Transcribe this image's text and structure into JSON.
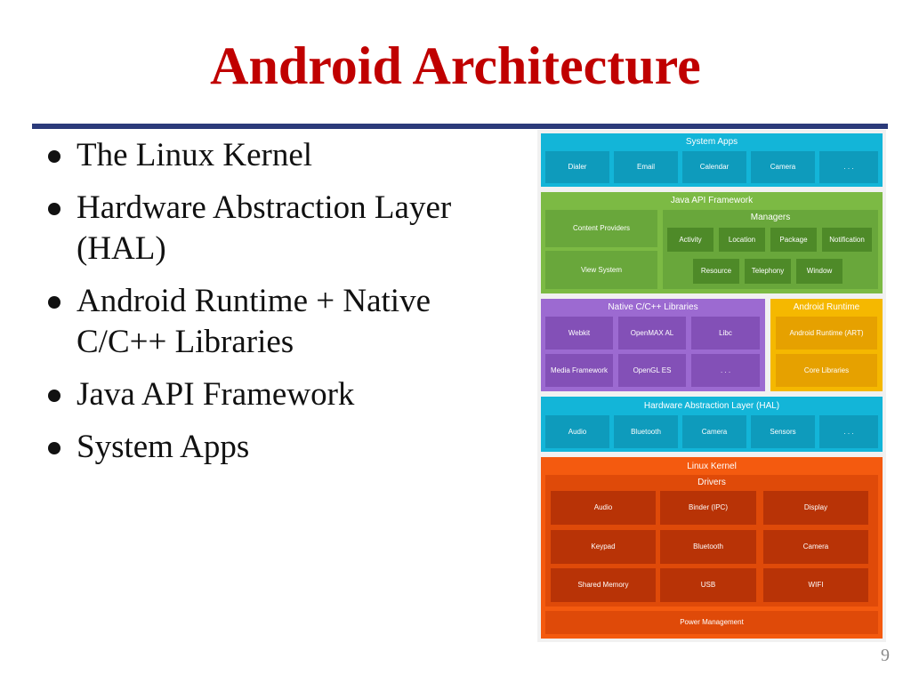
{
  "slide": {
    "title": "Android Architecture",
    "page_number": "9",
    "bullets": [
      "The Linux Kernel",
      "Hardware Abstraction Layer (HAL)",
      "Android Runtime + Native C/C++ Libraries",
      "Java API Framework",
      "System Apps"
    ]
  },
  "diagram": {
    "system_apps": {
      "title": "System Apps",
      "items": [
        "Dialer",
        "Email",
        "Calendar",
        "Camera",
        ". . ."
      ]
    },
    "java_api": {
      "title": "Java API Framework",
      "content_providers": "Content Providers",
      "view_system": "View System",
      "managers_title": "Managers",
      "managers": [
        "Activity",
        "Location",
        "Package",
        "Notification",
        "Resource",
        "Telephony",
        "Window"
      ]
    },
    "native_libs": {
      "title": "Native C/C++ Libraries",
      "items": [
        "Webkit",
        "OpenMAX AL",
        "Libc",
        "Media Framework",
        "OpenGL ES",
        ". . ."
      ]
    },
    "android_runtime": {
      "title": "Android Runtime",
      "items": [
        "Android Runtime (ART)",
        "Core Libraries"
      ]
    },
    "hal": {
      "title": "Hardware Abstraction Layer (HAL)",
      "items": [
        "Audio",
        "Bluetooth",
        "Camera",
        "Sensors",
        ". . ."
      ]
    },
    "linux_kernel": {
      "title": "Linux Kernel",
      "drivers_title": "Drivers",
      "drivers": [
        "Audio",
        "Binder (IPC)",
        "Display",
        "Keypad",
        "Bluetooth",
        "Camera",
        "Shared Memory",
        "USB",
        "WIFI"
      ],
      "power_management": "Power Management"
    }
  },
  "colors": {
    "title": "#c00000",
    "rule": "#2b3a7a",
    "system_apps": "#13b5d8",
    "java_api": "#7cba44",
    "native_libs": "#9c6ad1",
    "android_runtime": "#f5b800",
    "hal": "#13b5d8",
    "linux_kernel": "#f45a0f"
  }
}
